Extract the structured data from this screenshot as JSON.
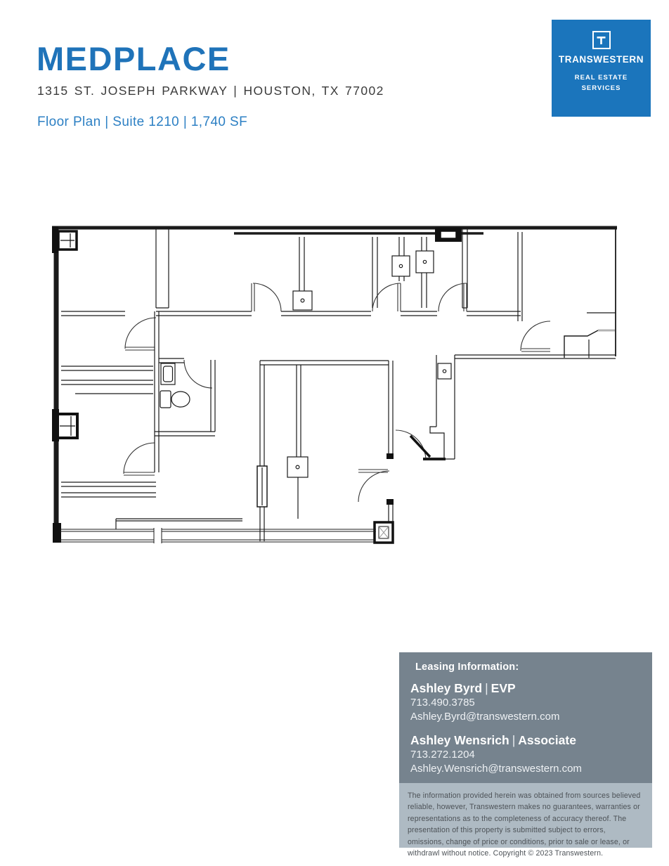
{
  "header": {
    "title": "MEDPLACE",
    "address": "1315 ST. JOSEPH PARKWAY | HOUSTON, TX 77002",
    "subtitle": "Floor Plan | Suite 1210 | 1,740 SF"
  },
  "logo": {
    "t_icon": "T-square-icon",
    "name": "TRANSWESTERN",
    "tagline_line1": "REAL ESTATE",
    "tagline_line2": "SERVICES"
  },
  "floor_plan": {
    "description": "Architectural floor plan line drawing of Suite 1210 (1,740 SF) with exam rooms, corridor, restroom with toilet and sink, reception desk and suite entry door"
  },
  "leasing": {
    "heading": "Leasing Information:",
    "pipe": "|",
    "contacts": [
      {
        "name": "Ashley Byrd",
        "title": "EVP",
        "phone": "713.490.3785",
        "email": "Ashley.Byrd@transwestern.com"
      },
      {
        "name": "Ashley Wensrich",
        "title": "Associate",
        "phone": "713.272.1204",
        "email": "Ashley.Wensrich@transwestern.com"
      }
    ]
  },
  "disclaimer": "The information provided herein was obtained from sources believed reliable, however, Transwestern makes no guarantees, warranties or representations as to the completeness of accuracy thereof. The presentation of this property is submitted subject to errors, omissions, change of price or conditions, prior to sale or lease, or withdrawl without notice. Copyright © 2023 Transwestern.",
  "colors": {
    "brand_blue": "#1f73b9",
    "logo_blue": "#1b75bc",
    "leasing_bg": "#76838e",
    "disclaimer_bg": "#aebac3",
    "wall_ink": "#1a1a1a"
  }
}
